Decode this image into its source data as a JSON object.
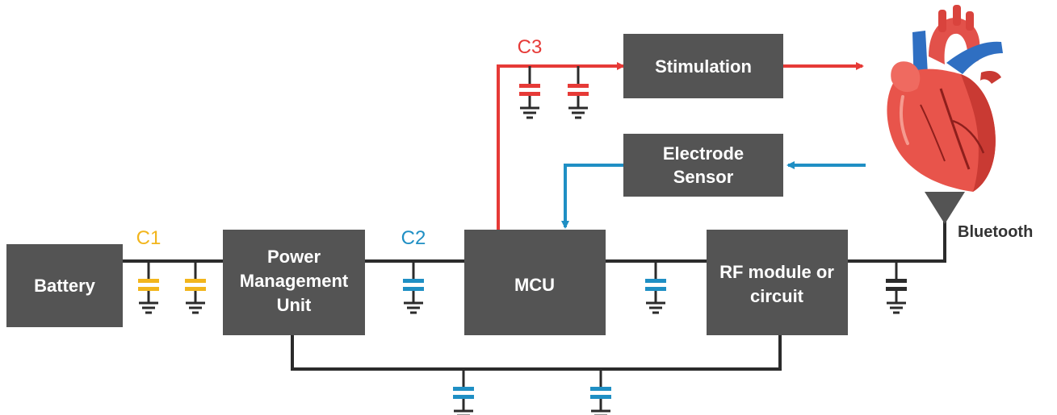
{
  "colors": {
    "box": "#545454",
    "wire": "#2b2b2b",
    "c1": "#f2b51c",
    "c2": "#1f8fc4",
    "c3": "#e63a37",
    "text_on_box": "#ffffff"
  },
  "blocks": {
    "battery": "Battery",
    "pmu_line1": "Power",
    "pmu_line2": "Management",
    "pmu_line3": "Unit",
    "mcu": "MCU",
    "rf_line1": "RF module or",
    "rf_line2": "circuit",
    "stimulation": "Stimulation",
    "electrode_line1": "Electrode",
    "electrode_line2": "Sensor"
  },
  "labels": {
    "c1": "C1",
    "c2": "C2",
    "c3": "C3",
    "bluetooth": "Bluetooth"
  },
  "icons": {
    "heart": "heart-icon",
    "antenna": "antenna-icon",
    "capacitor": "capacitor-icon",
    "ground": "ground-icon"
  }
}
